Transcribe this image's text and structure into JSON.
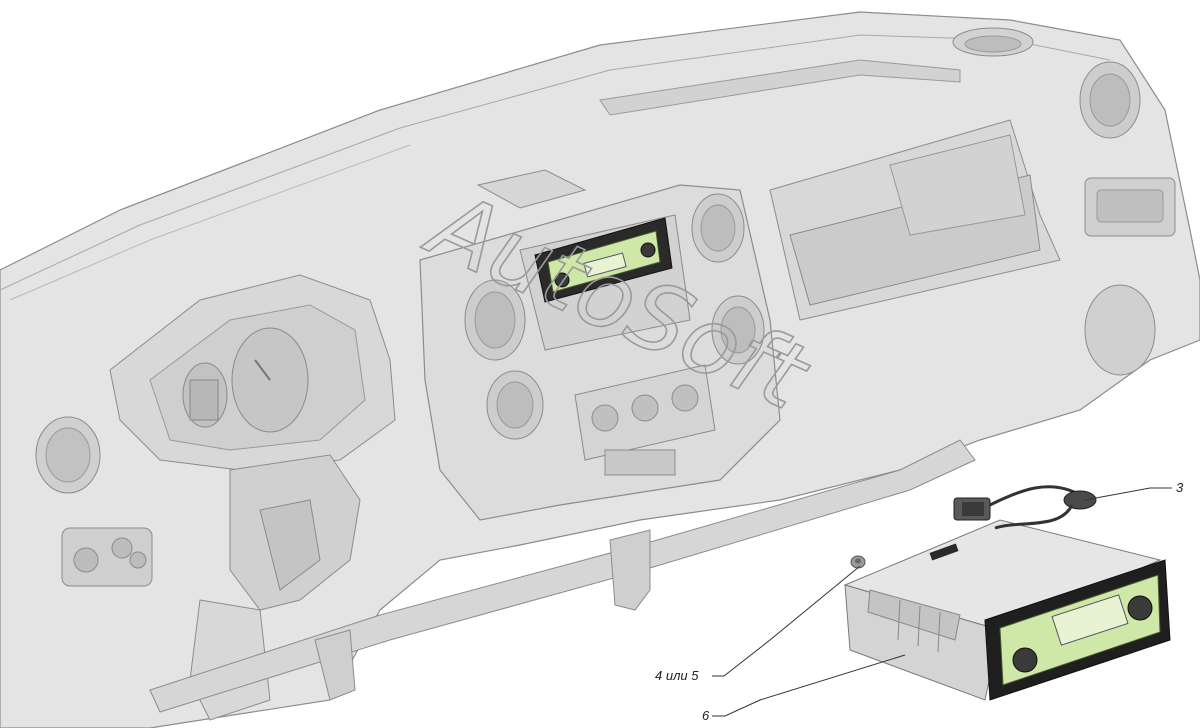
{
  "callouts": {
    "c3": "3",
    "c45": "4 или 5",
    "c6": "6"
  },
  "watermark": "AutoSoft",
  "colors": {
    "panel_fill": "#e4e4e4",
    "panel_shade": "#d2d2d2",
    "panel_dark": "#bdbdbd",
    "outline": "#8c8c8c",
    "radio_face": "#1c1c1c",
    "radio_highlight": "#cfe8a8",
    "leader": "#333333"
  }
}
